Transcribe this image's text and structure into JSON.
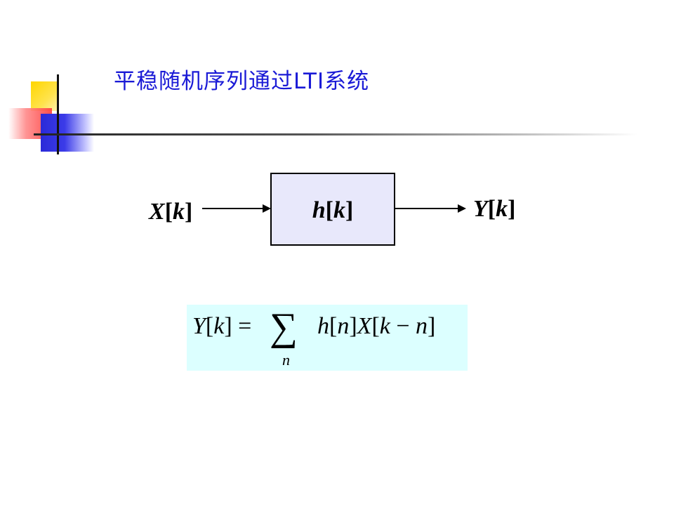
{
  "slide": {
    "title": "平稳随机序列通过LTI系统"
  },
  "diagram": {
    "input": {
      "symbol": "X",
      "index": "k"
    },
    "system": {
      "symbol": "h",
      "index": "k"
    },
    "output": {
      "symbol": "Y",
      "index": "k"
    }
  },
  "formula": {
    "lhs_symbol": "Y",
    "lhs_index": "k",
    "equals": "=",
    "sum_symbol": "∑",
    "sum_subscript": "n",
    "term1_symbol": "h",
    "term1_index": "n",
    "term2_symbol": "X",
    "term2_index_a": "k",
    "minus": "−",
    "term2_index_b": "n"
  },
  "colors": {
    "title": "#1a1ad6",
    "block_fill": "#e8e8fb",
    "formula_bg": "#dcffff"
  }
}
